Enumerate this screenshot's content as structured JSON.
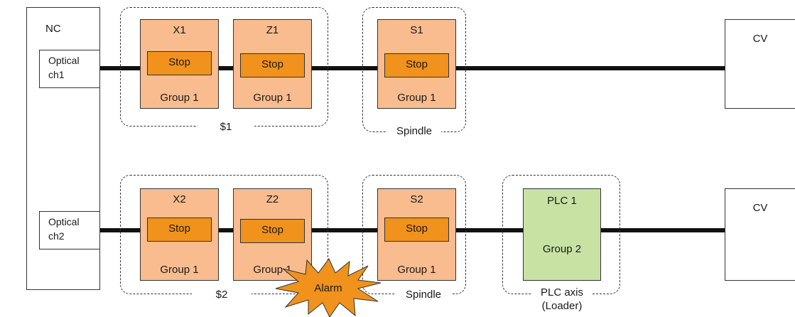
{
  "nc": {
    "label": "NC"
  },
  "channels": [
    {
      "optical_line1": "Optical",
      "optical_line2": "ch1",
      "cv": "CV"
    },
    {
      "optical_line1": "Optical",
      "optical_line2": "ch2",
      "cv": "CV"
    }
  ],
  "groups": {
    "row1_system": "$1",
    "row1_spindle": "Spindle",
    "row2_system": "$2",
    "row2_spindle": "Spindle",
    "plc_axis_line1": "PLC axis",
    "plc_axis_line2": "(Loader)"
  },
  "axes": {
    "x1": {
      "name": "X1",
      "stop": "Stop",
      "group": "Group 1"
    },
    "z1": {
      "name": "Z1",
      "stop": "Stop",
      "group": "Group 1"
    },
    "s1": {
      "name": "S1",
      "stop": "Stop",
      "group": "Group 1"
    },
    "x2": {
      "name": "X2",
      "stop": "Stop",
      "group": "Group 1"
    },
    "z2": {
      "name": "Z2",
      "stop": "Stop",
      "group": "Group 1"
    },
    "s2": {
      "name": "S2",
      "stop": "Stop",
      "group": "Group 1"
    },
    "plc1": {
      "name": "PLC 1",
      "group": "Group 2"
    }
  },
  "alarm": {
    "label": "Alarm"
  },
  "colors": {
    "axis_fill": "#f8bc8e",
    "stop_fill": "#f0921c",
    "plc_fill": "#c7e2a3",
    "alarm_fill": "#f0921c"
  }
}
